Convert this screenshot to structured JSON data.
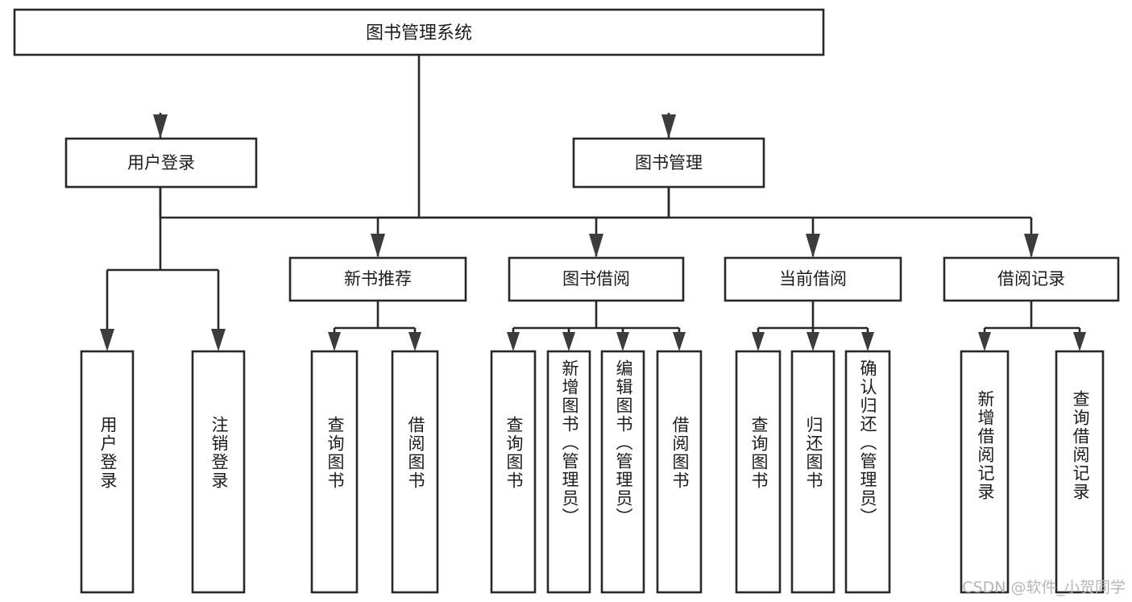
{
  "diagram": {
    "title": "图书管理系统",
    "root": {
      "id": "root",
      "label": "图书管理系统",
      "orientation": "horizontal"
    },
    "level1": [
      {
        "id": "user-login",
        "label": "用户登录",
        "orientation": "horizontal"
      },
      {
        "id": "book-manage",
        "label": "图书管理",
        "orientation": "horizontal"
      }
    ],
    "level2": [
      {
        "id": "new-book-recommend",
        "label": "新书推荐",
        "orientation": "horizontal",
        "parent": "book-manage"
      },
      {
        "id": "book-borrow",
        "label": "图书借阅",
        "orientation": "horizontal",
        "parent": "book-manage"
      },
      {
        "id": "current-borrow",
        "label": "当前借阅",
        "orientation": "horizontal",
        "parent": "book-manage"
      },
      {
        "id": "borrow-record",
        "label": "借阅记录",
        "orientation": "horizontal",
        "parent": "book-manage"
      }
    ],
    "leaves": [
      {
        "id": "leaf-user-login",
        "label": "用户登录",
        "orientation": "vertical",
        "parent": "user-login"
      },
      {
        "id": "leaf-user-logout",
        "label": "注销登录",
        "orientation": "vertical",
        "parent": "user-login"
      },
      {
        "id": "leaf-query-book-1",
        "label": "查询图书",
        "orientation": "vertical",
        "parent": "new-book-recommend"
      },
      {
        "id": "leaf-borrow-book-1",
        "label": "借阅图书",
        "orientation": "vertical",
        "parent": "new-book-recommend"
      },
      {
        "id": "leaf-query-book-2",
        "label": "查询图书",
        "orientation": "vertical",
        "parent": "book-borrow"
      },
      {
        "id": "leaf-add-book",
        "label": "新增图书（管理员）",
        "orientation": "vertical",
        "parent": "book-borrow"
      },
      {
        "id": "leaf-edit-book",
        "label": "编辑图书（管理员）",
        "orientation": "vertical",
        "parent": "book-borrow"
      },
      {
        "id": "leaf-borrow-book-2",
        "label": "借阅图书",
        "orientation": "vertical",
        "parent": "book-borrow"
      },
      {
        "id": "leaf-query-book-3",
        "label": "查询图书",
        "orientation": "vertical",
        "parent": "current-borrow"
      },
      {
        "id": "leaf-return-book",
        "label": "归还图书",
        "orientation": "vertical",
        "parent": "current-borrow"
      },
      {
        "id": "leaf-confirm-return",
        "label": "确认归还（管理员）",
        "orientation": "vertical",
        "parent": "current-borrow"
      },
      {
        "id": "leaf-add-record",
        "label": "新增借阅记录",
        "orientation": "vertical",
        "parent": "borrow-record"
      },
      {
        "id": "leaf-query-record",
        "label": "查询借阅记录",
        "orientation": "vertical",
        "parent": "borrow-record"
      }
    ],
    "colors": {
      "stroke": "#26282b",
      "arrow": "#3a3c3f",
      "box_fill": "#ffffff",
      "text": "#1c1c1c",
      "background": "#ffffff",
      "watermark": "#b6b6b6"
    }
  },
  "watermark": {
    "text": "CSDN @软件_小贺同学"
  }
}
